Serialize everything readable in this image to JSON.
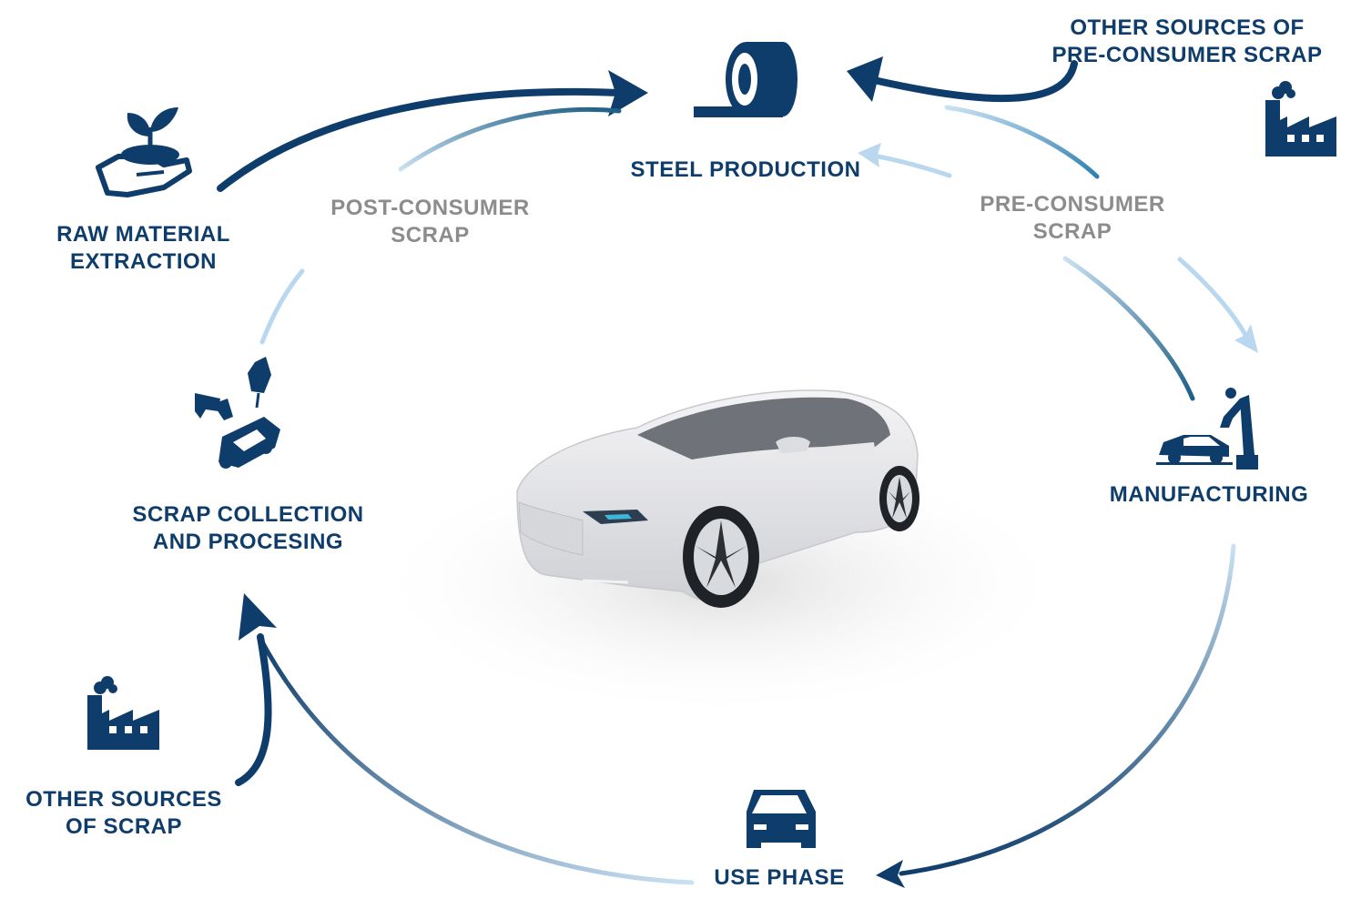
{
  "colors": {
    "primary": "#0f3d6b",
    "secondary_label": "#8c8c8c",
    "light_arrow": "#b9d8ef",
    "car_body": "#e8e8ea"
  },
  "stages": {
    "steel_production": {
      "label": "STEEL PRODUCTION",
      "icon": "steel-coil-icon"
    },
    "raw_material": {
      "line1": "RAW MATERIAL",
      "line2": "EXTRACTION",
      "icon": "plant-in-hand-icon"
    },
    "manufacturing": {
      "label": "MANUFACTURING",
      "icon": "robot-arm-car-icon"
    },
    "use_phase": {
      "label": "USE PHASE",
      "icon": "car-front-icon"
    },
    "scrap_collection": {
      "line1": "SCRAP COLLECTION",
      "line2": "AND PROCESING",
      "icon": "car-scrap-claw-icon"
    }
  },
  "flows": {
    "post_consumer": {
      "line1": "POST-CONSUMER",
      "line2": "SCRAP"
    },
    "pre_consumer": {
      "line1": "PRE-CONSUMER",
      "line2": "SCRAP"
    }
  },
  "inputs": {
    "other_pre_consumer": {
      "line1": "OTHER SOURCES OF",
      "line2": "PRE-CONSUMER SCRAP",
      "icon": "factory-icon"
    },
    "other_scrap": {
      "line1": "OTHER SOURCES",
      "line2": "OF SCRAP",
      "icon": "factory-icon"
    }
  },
  "center_image": "white-electric-car"
}
